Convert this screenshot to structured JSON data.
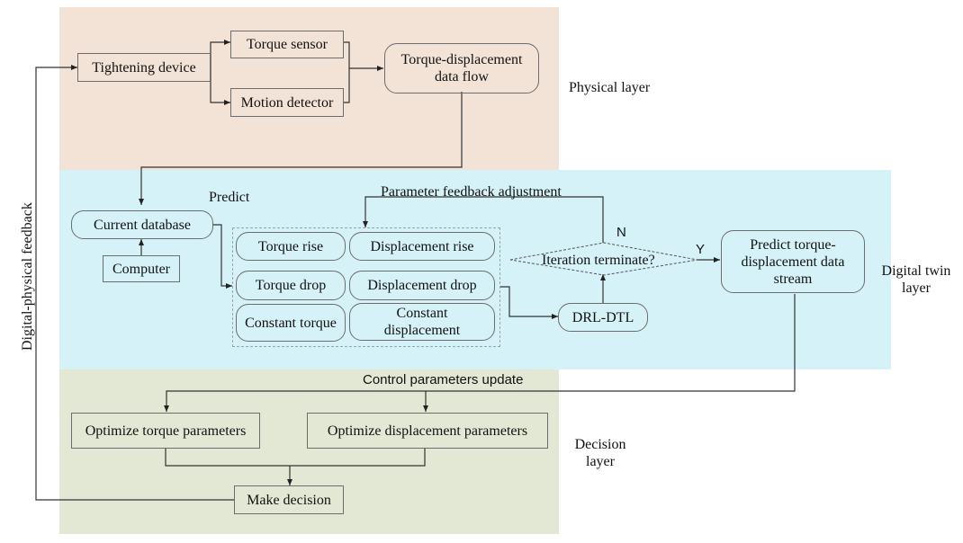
{
  "layers": {
    "physical": "Physical layer",
    "twin": "Digital twin\nlayer",
    "decision": "Decision\nlayer"
  },
  "side_label": "Digital-physical feedback",
  "physical_nodes": {
    "tightening": "Tightening device",
    "torque_sensor": "Torque sensor",
    "motion_detector": "Motion detector",
    "data_flow": "Torque-displacement\ndata flow"
  },
  "twin_nodes": {
    "predict_label": "Predict",
    "current_db": "Current database",
    "computer": "Computer",
    "feedback_label": "Parameter feedback adjustment",
    "iteration": "Iteration terminate?",
    "n_label": "N",
    "y_label": "Y",
    "drl": "DRL-DTL",
    "predict_stream": "Predict torque-\ndisplacement data\nstream"
  },
  "patterns": {
    "torque_rise": "Torque rise",
    "displacement_rise": "Displacement rise",
    "torque_drop": "Torque drop",
    "displacement_drop": "Displacement drop",
    "constant_torque": "Constant torque",
    "constant_displacement": "Constant\ndisplacement"
  },
  "decision_nodes": {
    "update_label": "Control parameters update",
    "optimize_torque": "Optimize torque parameters",
    "optimize_displacement": "Optimize displacement parameters",
    "make_decision": "Make decision"
  }
}
